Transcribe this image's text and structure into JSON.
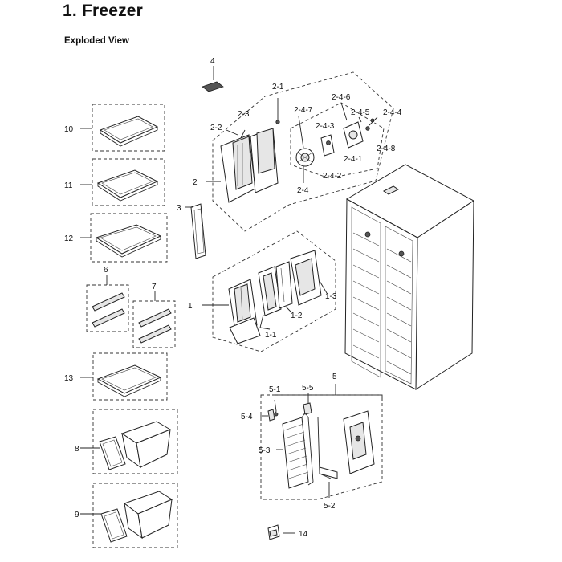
{
  "header": {
    "title": "1. Freezer",
    "section": "Exploded View"
  },
  "callouts": {
    "c1": "1",
    "c1_1": "1-1",
    "c1_2": "1-2",
    "c1_3": "1-3",
    "c2": "2",
    "c2_1": "2-1",
    "c2_2": "2-2",
    "c2_3": "2-3",
    "c2_4": "2-4",
    "c2_4_1": "2-4-1",
    "c2_4_2": "2-4-2",
    "c2_4_3": "2-4-3",
    "c2_4_4": "2-4-4",
    "c2_4_5": "2-4-5",
    "c2_4_6": "2-4-6",
    "c2_4_7": "2-4-7",
    "c2_4_8": "2-4-8",
    "c3": "3",
    "c4": "4",
    "c5": "5",
    "c5_1": "5-1",
    "c5_2": "5-2",
    "c5_3": "5-3",
    "c5_4": "5-4",
    "c5_5": "5-5",
    "c6": "6",
    "c7": "7",
    "c8": "8",
    "c9": "9",
    "c10": "10",
    "c11": "11",
    "c12": "12",
    "c13": "13",
    "c14": "14"
  }
}
